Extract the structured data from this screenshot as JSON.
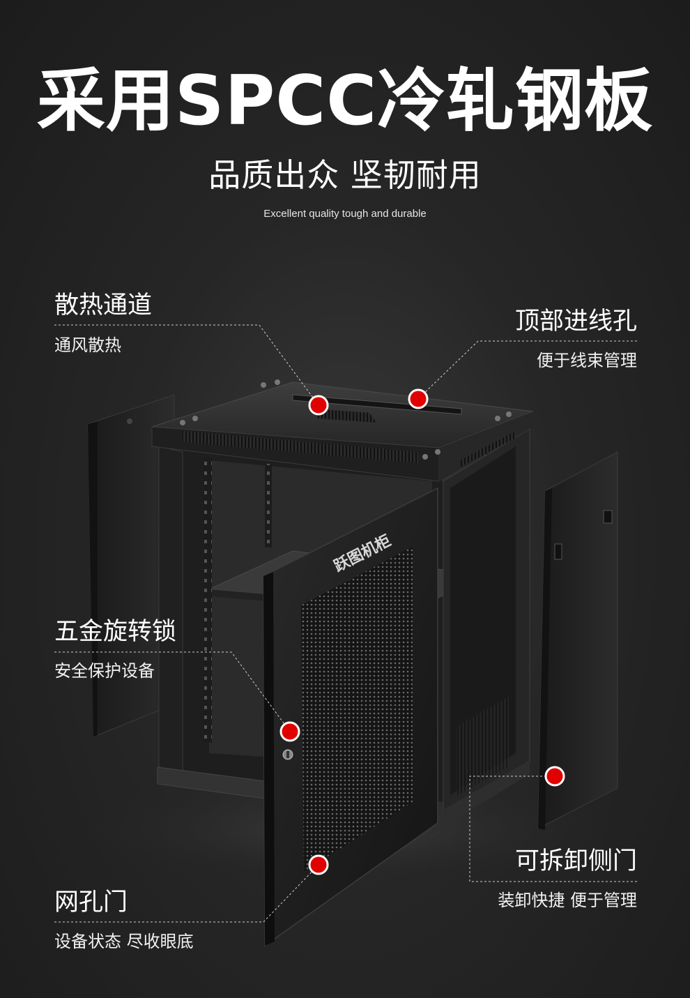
{
  "header": {
    "title": "采用SPCC冷轧钢板",
    "subtitle": "品质出众 坚韧耐用",
    "subtitle_en": "Excellent quality tough and durable"
  },
  "product": {
    "door_logo": "跃图机柜"
  },
  "callouts": [
    {
      "title": "散热通道",
      "desc": "通风散热"
    },
    {
      "title": "顶部进线孔",
      "desc": "便于线束管理"
    },
    {
      "title": "五金旋转锁",
      "desc": "安全保护设备"
    },
    {
      "title": "可拆卸侧门",
      "desc": "装卸快捷 便于管理"
    },
    {
      "title": "网孔门",
      "desc": "设备状态 尽收眼底"
    }
  ],
  "colors": {
    "marker": "#e10000",
    "marker_ring": "#ffffff",
    "background": "#2a2a2a",
    "text": "#ffffff"
  }
}
